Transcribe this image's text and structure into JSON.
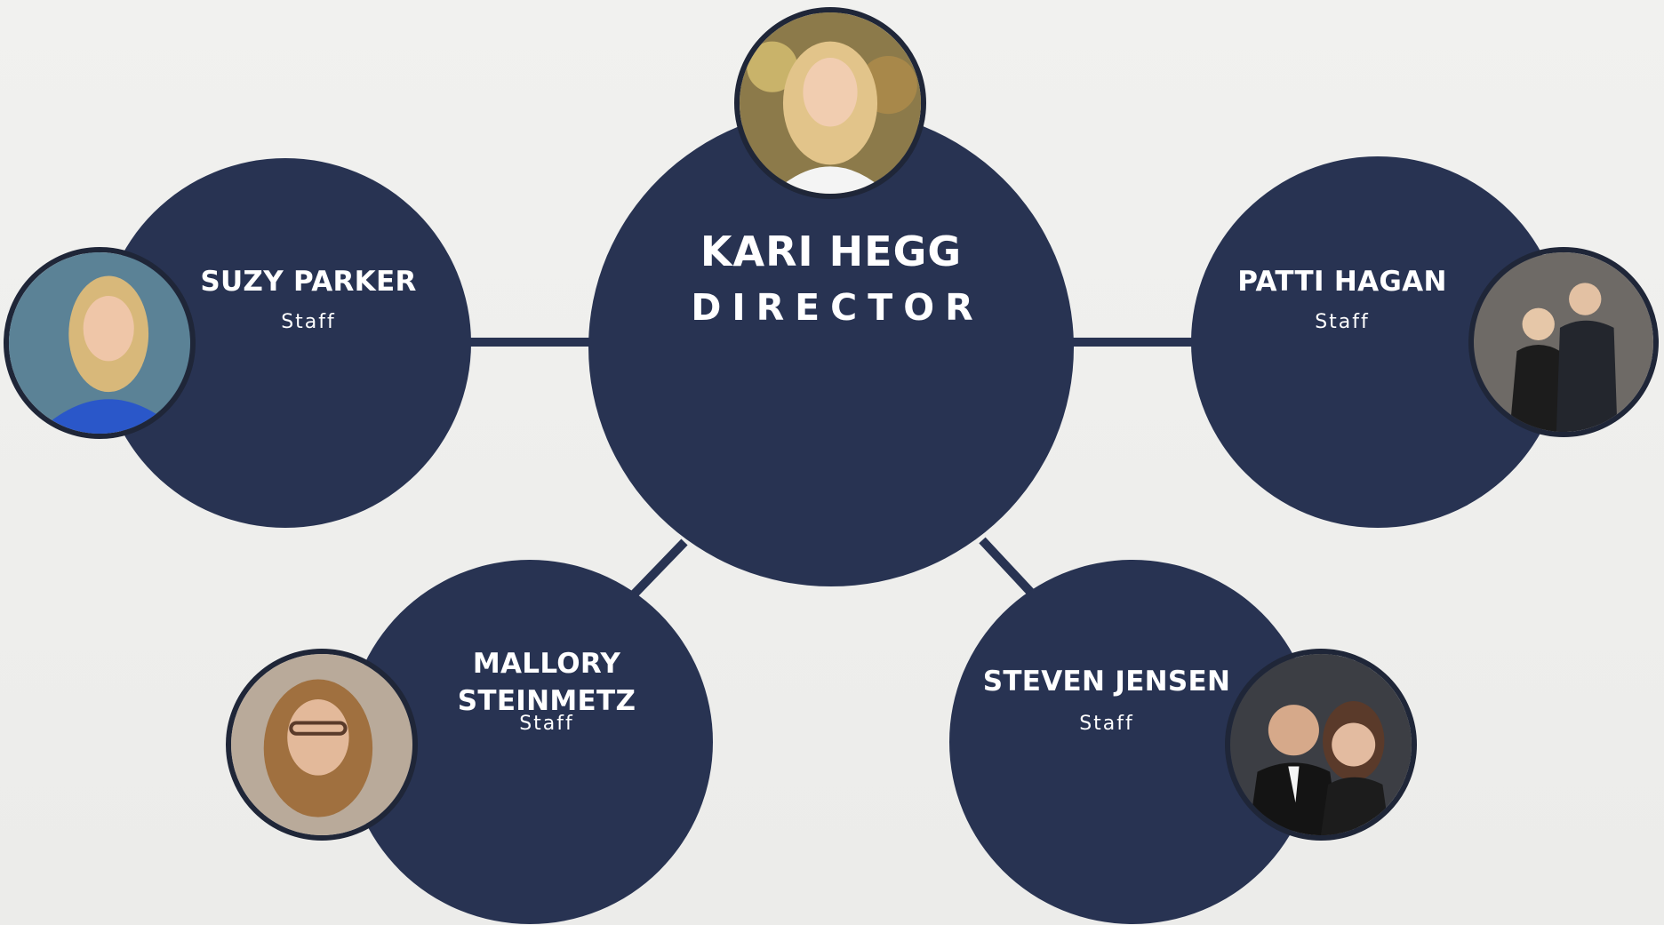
{
  "colors": {
    "node": "#283352",
    "background": "#efefed",
    "text": "#ffffff"
  },
  "director": {
    "name": "KARI HEGG",
    "title": "DIRECTOR",
    "photo_icon": "portrait-photo"
  },
  "staff": [
    {
      "name": "SUZY PARKER",
      "role": "Staff",
      "photo_icon": "portrait-photo"
    },
    {
      "name": "PATTI HAGAN",
      "role": "Staff",
      "photo_icon": "couple-photo"
    },
    {
      "name_line1": "MALLORY",
      "name_line2": "STEINMETZ",
      "role": "Staff",
      "photo_icon": "portrait-photo"
    },
    {
      "name": "STEVEN JENSEN",
      "role": "Staff",
      "photo_icon": "couple-photo"
    }
  ]
}
